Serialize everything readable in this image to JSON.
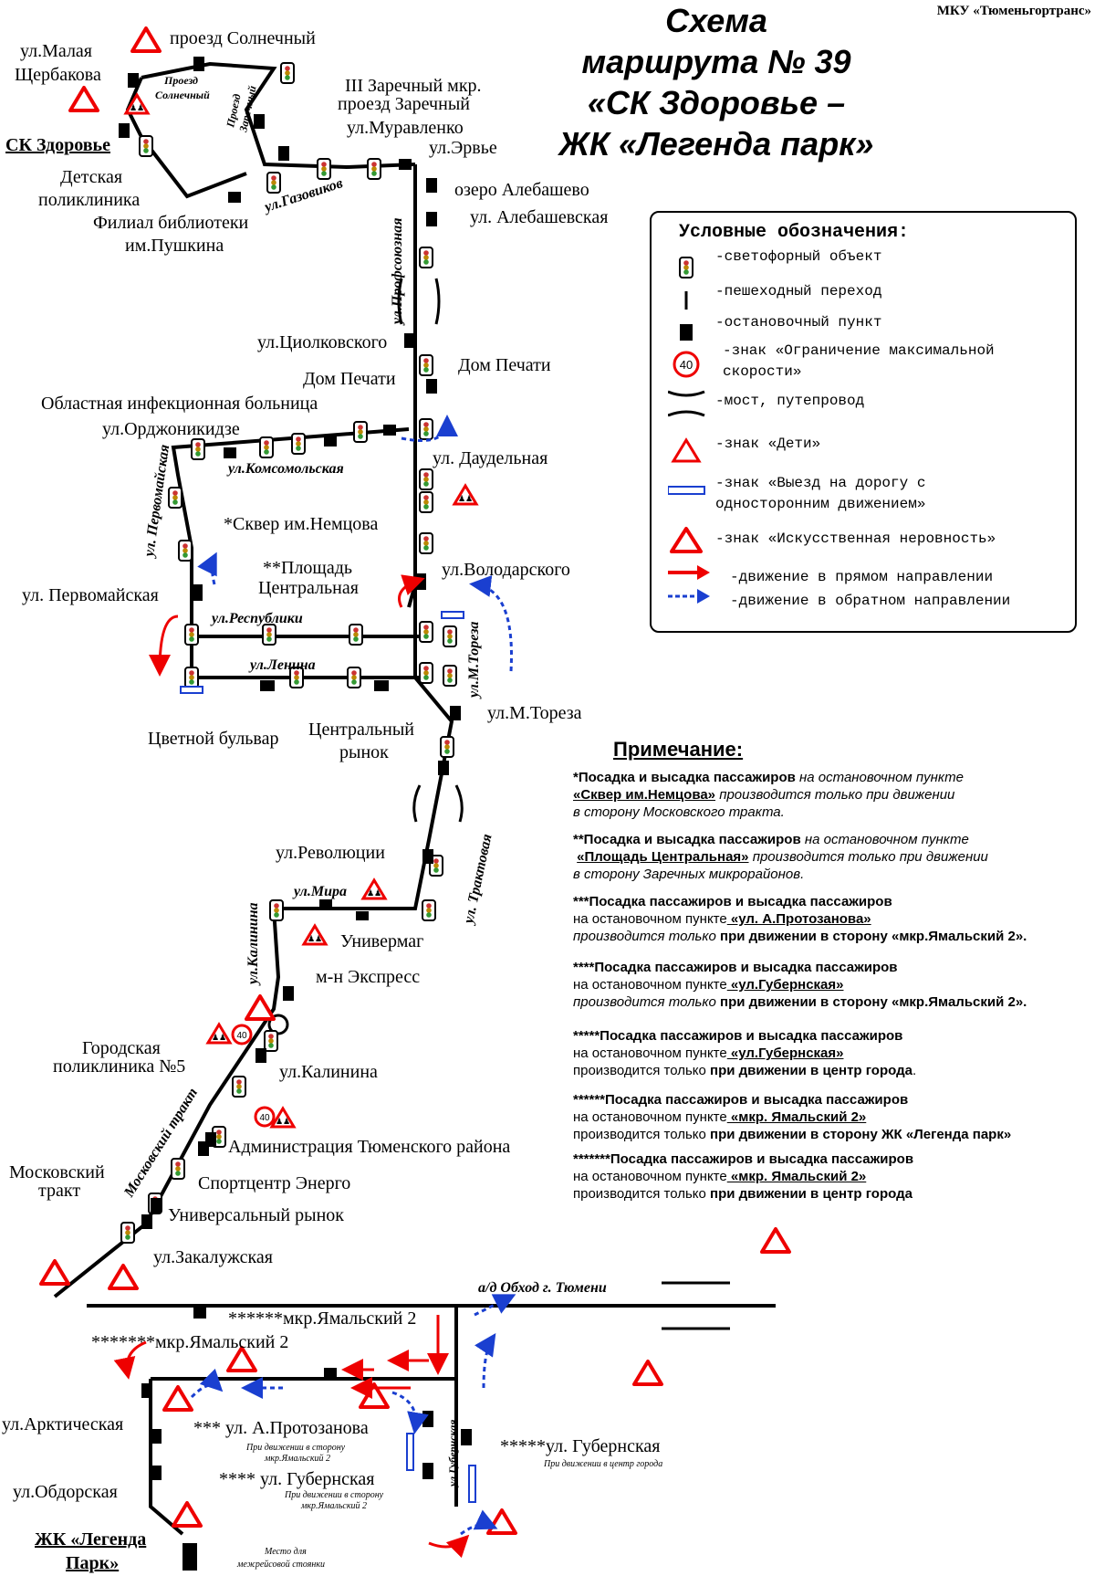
{
  "header": {
    "org": "МКУ «Тюменьгортранс»",
    "title_line1": "Схема",
    "title_line2": "маршрута № 39",
    "title_line3": "«СК Здоровье –",
    "title_line4": "ЖК «Легенда парк»"
  },
  "legend": {
    "title": "Условные обозначения:",
    "traffic_light": "-светофорный объект",
    "crossing": "-пешеходный переход",
    "stop": "-остановочный пункт",
    "speed_limit_line1": "-знак «Ограничение максимальной",
    "speed_limit_line2": "скорости»",
    "speed_value": "40",
    "bridge": "-мост, путепровод",
    "children": "-знак «Дети»",
    "oneway_line1": "-знак «Выезд на дорогу с",
    "oneway_line2": "односторонним движением»",
    "bump": "-знак «Искусственная неровность»",
    "forward": "-движение в прямом направлении",
    "backward": "-движение в обратном направлении",
    "colors": {
      "forward": "#e00000",
      "backward": "#1a3fd0",
      "oneway": "#1a3fd0"
    }
  },
  "stops": {
    "malaya": "ул.Малая",
    "scherbakova": "Щербакова",
    "solnechny": "проезд Солнечный",
    "zarechny1": "III Заречный мкр.",
    "zarechny2": "проезд Заречный",
    "muravlenko": "ул.Муравленко",
    "ervye": "ул.Эрвье",
    "sk": "СК Здоровье",
    "det1": "Детская",
    "det2": "поликлиника",
    "lib1": "Филиал библиотеки",
    "lib2": "им.Пушкина",
    "alebashevo": "озеро Алебашево",
    "alebashevskaya": "ул. Алебашевская",
    "ciolkovskogo": "ул.Циолковского",
    "dom_pechati_l": "Дом Печати",
    "dom_pechati_r": "Дом Печати",
    "infect": "Областная инфекционная больница",
    "ordzhonikidze": "ул.Орджоникидзе",
    "daudelnaya": "ул. Даудельная",
    "skver": "*Сквер им.Немцова",
    "plosch1": "**Площадь",
    "plosch2": "Центральная",
    "volodarskogo": "ул.Володарского",
    "pervomayskaya": "ул. Первомайская",
    "tsvetnoy": "Цветной бульвар",
    "rynok1": "Центральный",
    "rynok2": "рынок",
    "toreza": "ул.М.Тореза",
    "revolyucii": "ул.Революции",
    "univermag": "Универмаг",
    "ekspress": "м-н Экспресс",
    "gp1": "Городская",
    "gp2": "поликлиника №5",
    "kalinina": "ул.Калинина",
    "admin": "Администрация Тюменского района",
    "energo": "Спортцентр Энерго",
    "univ_rynok": "Универсальный рынок",
    "mosk1": "Московский",
    "mosk2": "тракт",
    "zakaluzhskaya": "ул.Закалужская",
    "yamal6": "******мкр.Ямальский 2",
    "yamal7": "*******мкр.Ямальский 2",
    "arkticheskaya": "ул.Арктическая",
    "obdorskaya": "ул.Обдорская",
    "legenda1": "ЖК «Легенда",
    "legenda2": "Парк»",
    "protozanova": "*** ул. А.Протозанова",
    "protozanova_note1": "При движении в сторону",
    "protozanova_note2": "мкр.Ямальский 2",
    "gubernskaya4": "**** ул. Губернская",
    "gub4_note1": "При движении в сторону",
    "gub4_note2": "мкр.Ямальский 2",
    "gubernskaya5": "*****ул. Губернская",
    "gub5_note": "При движении в центр города",
    "parking1": "Место для",
    "parking2": "межрейсовой стоянки"
  },
  "streets": {
    "solnechny": "Проезд",
    "solnechny2": "Солнечный",
    "zarechny": "Проезд",
    "zarechny2": "Заречный",
    "gazovikov": "ул.Газовиков",
    "profsoyuznaya": "ул.Профсоюзная",
    "komsomolskaya": "ул.Комсомольская",
    "pervomayskaya": "ул. Первомайская",
    "respubliki": "ул.Республики",
    "lenina": "ул.Ленина",
    "toreza": "ул.М.Тореза",
    "traktovaya": "ул. Трактовая",
    "mira": "ул.Мира",
    "kalinina": "ул.Калинина",
    "moskovsky": "Московский тракт",
    "obhod": "а/д Обход г. Тюмени",
    "gubernskaya": "ул.Губернская"
  },
  "notes": {
    "title": "Примечание:",
    "n1_a": "*Посадка и высадка пассажиров",
    "n1_b": " на остановочном пункте",
    "n1_c": "«Сквер им.Немцова»",
    "n1_d": " производится только при движении",
    "n1_e": "в сторону Московского тракта.",
    "n2_a": "**Посадка и высадка пассажиров",
    "n2_b": " на остановочном пункте",
    "n2_c": "«Площадь Центральная»",
    "n2_d": " производится только при движении",
    "n2_e": "в сторону Заречных микрорайонов.",
    "n3_a": "***Посадка пассажиров и высадка пассажиров",
    "n3_b": "на остановочном пункте",
    "n3_c": " «ул. А.Протозанова»",
    "n3_d": "производится только",
    "n3_e": " при движении в сторону «мкр.Ямальский 2».",
    "n4_a": "****Посадка пассажиров и высадка пассажиров",
    "n4_b": "на остановочном пункте",
    "n4_c": " «ул.Губернская»",
    "n4_d": "производится только",
    "n4_e": " при движении в сторону «мкр.Ямальский 2».",
    "n5_a": "*****Посадка пассажиров и высадка пассажиров",
    "n5_b": "на остановочном пункте",
    "n5_c": " «ул.Губернская»",
    "n5_d": "производится только",
    "n5_e": " при движении в центр города",
    "n5_f": ".",
    "n6_a": "******Посадка пассажиров и высадка пассажиров",
    "n6_b": "на остановочном пункте",
    "n6_c": " «мкр. Ямальский 2»",
    "n6_d": "производится только",
    "n6_e": " при движении в сторону ЖК «Легенда парк»",
    "n7_a": "*******Посадка пассажиров и высадка пассажиров",
    "n7_b": "на остановочном пункте",
    "n7_c": " «мкр. Ямальский 2»",
    "n7_d": "производится только",
    "n7_e": " при движении в центр города"
  }
}
